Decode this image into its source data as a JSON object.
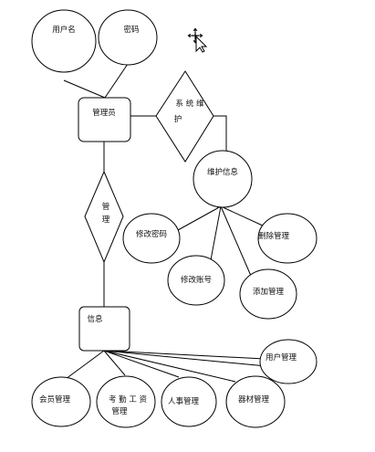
{
  "entities": {
    "admin": "管理员",
    "info": "信息"
  },
  "attributes": {
    "username": "用户名",
    "password": "密码",
    "maintain_info": "维护信息",
    "change_password": "修改密码",
    "change_account": "修改账号",
    "add_manage": "添加管理",
    "delete_manage": "删除管理",
    "user_manage": "用户管理",
    "member_manage": "会员管理",
    "attendance_salary_line1": "考 勤 工 资",
    "attendance_salary_line2": "管理",
    "hr_manage": "人事管理",
    "equipment_manage": "器材管理"
  },
  "relations": {
    "system_maintain_line1": "系 统 维",
    "system_maintain_line2": "护",
    "manage_line1": "管",
    "manage_line2": "理"
  },
  "cursor": {
    "icon": "move-cursor-icon"
  }
}
